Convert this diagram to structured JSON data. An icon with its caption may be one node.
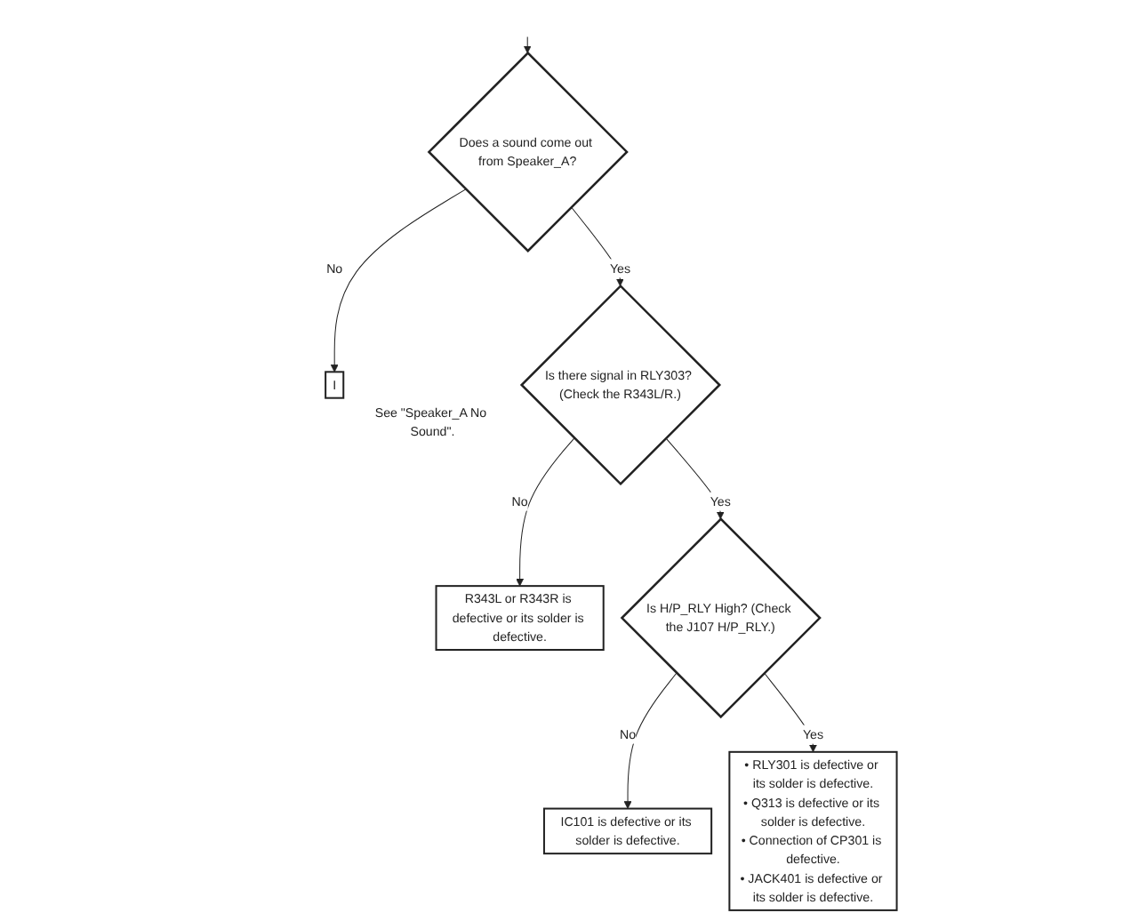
{
  "diagram": {
    "nodes": [
      {
        "text": [
          "Does a sound come out from Speaker_A?"
        ]
      },
      {
        "text": [
          "I"
        ],
        "beside": [
          "See \"Speaker_A No Sound\"."
        ]
      },
      {
        "text": [
          "Is there signal in RLY303? (Check the R343L/R.)"
        ]
      },
      {
        "text": [
          "R343L or R343R is defective or its solder is defective."
        ]
      },
      {
        "text": [
          "Is H/P_RLY High? (Check the J107 H/P_RLY.)"
        ]
      },
      {
        "text": [
          "IC101 is defective or its solder is defective."
        ]
      },
      {
        "text": [
          "• RLY301 is defective or its solder is defective.",
          "• Q313 is defective or its solder is defective.",
          "• Connection of CP301 is defective.",
          "• JACK401 is defective or its solder is defective."
        ]
      }
    ],
    "edges": [
      {
        "from": null,
        "to": 0,
        "arrow": "to"
      },
      {
        "from": 0,
        "to": 1,
        "label": "No",
        "arrow": "to"
      },
      {
        "from": 0,
        "to": 2,
        "label": "Yes",
        "arrow": "to"
      },
      {
        "from": 2,
        "to": 3,
        "label": "No",
        "arrow": "to"
      },
      {
        "from": 2,
        "to": 4,
        "label": "Yes",
        "arrow": "to"
      },
      {
        "from": 4,
        "to": 5,
        "label": "No",
        "arrow": "to"
      },
      {
        "from": 4,
        "to": 6,
        "label": "Yes",
        "arrow": "to"
      }
    ]
  }
}
